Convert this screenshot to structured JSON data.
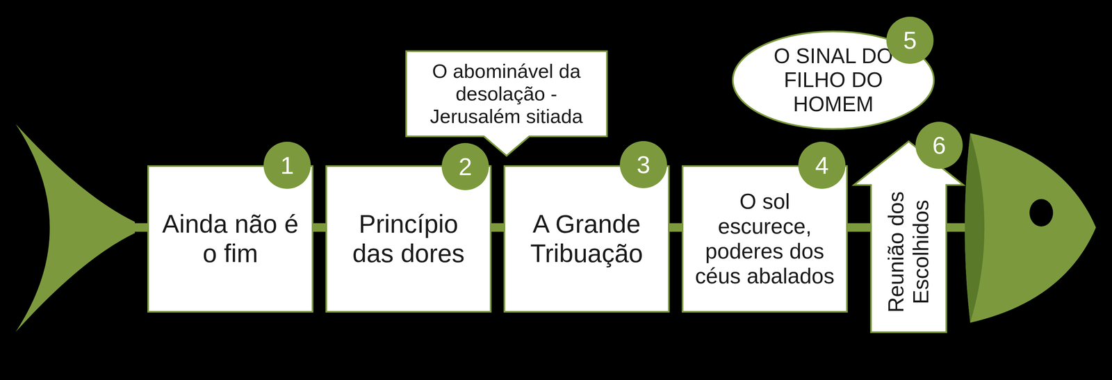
{
  "diagram": {
    "nodes": [
      {
        "text": [
          "Ainda não é o fim"
        ]
      },
      {
        "text": [
          "Princípio das dores"
        ]
      },
      {
        "text": [
          "O abominável da desolação - Jerusalém sitiada"
        ]
      },
      {
        "text": [
          "A Grande Tribuação"
        ]
      },
      {
        "text": [
          "O sol escurece, poderes dos céus abalados"
        ]
      },
      {
        "text": [
          "O SINAL DO FILHO DO HOMEM"
        ]
      },
      {
        "text": [
          "Reunião dos Escolhidos"
        ]
      }
    ],
    "edges": [
      {
        "from": 0,
        "to": 1,
        "arrow": "none"
      },
      {
        "from": 1,
        "to": 3,
        "arrow": "none"
      },
      {
        "from": 3,
        "to": 4,
        "arrow": "none"
      },
      {
        "from": 4,
        "to": 6,
        "arrow": "none"
      }
    ],
    "labels": [
      "1",
      "2",
      "3",
      "4",
      "5",
      "6"
    ]
  }
}
